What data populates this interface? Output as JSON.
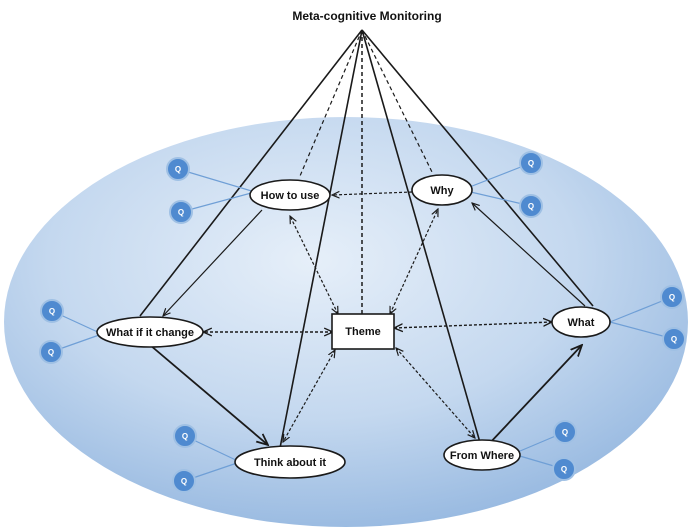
{
  "title": "Meta-cognitive Monitoring",
  "center": "Theme",
  "nodes": [
    {
      "id": "how",
      "label": "How to use"
    },
    {
      "id": "why",
      "label": "Why"
    },
    {
      "id": "whatif",
      "label": "What if it change"
    },
    {
      "id": "what",
      "label": "What"
    },
    {
      "id": "think",
      "label": "Think about it"
    },
    {
      "id": "from",
      "label": "From Where"
    }
  ],
  "question_label": "Q",
  "colors": {
    "ellipse_fill_light": "#e6eff9",
    "ellipse_fill_dark": "#93b6df",
    "question_circle": "#4f8ad0",
    "line": "#1a1a1a"
  }
}
